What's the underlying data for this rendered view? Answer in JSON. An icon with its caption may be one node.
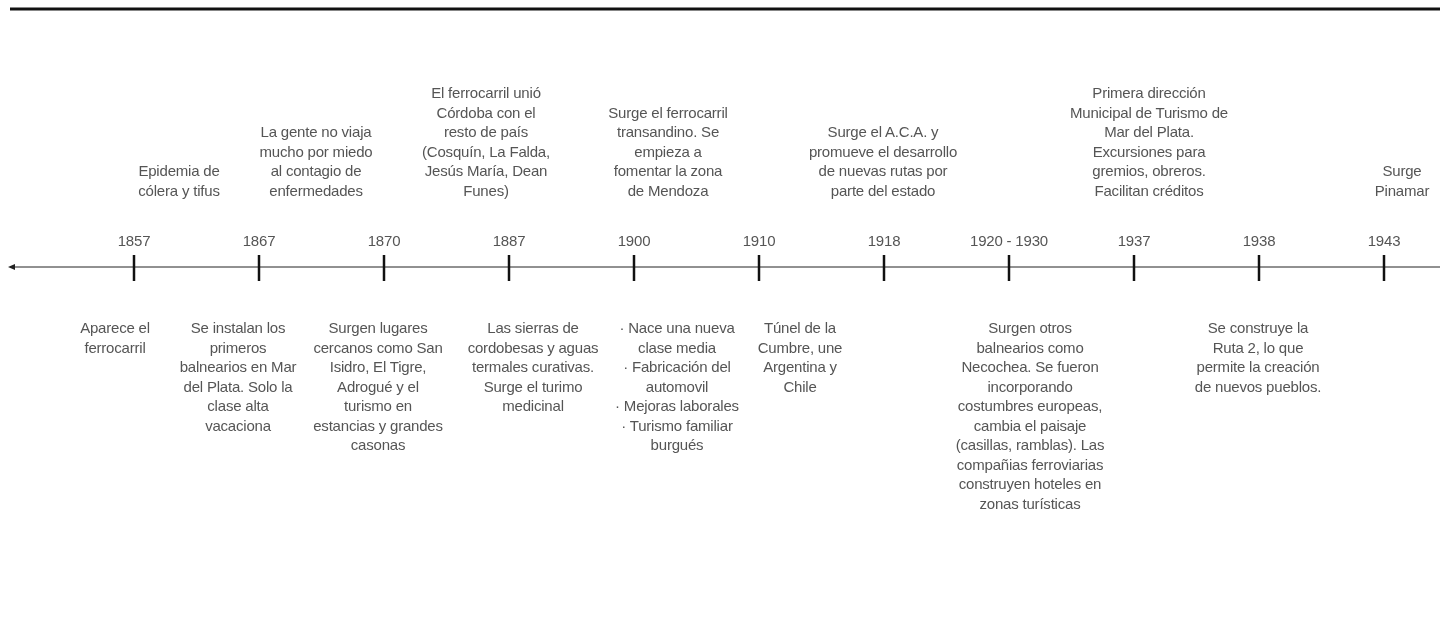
{
  "diagram": {
    "labels": [
      "Epidemia de cólera y tifus",
      "La gente no viaja mucho por miedo al contagio de enfermedades",
      "El ferrocarril unió Córdoba con el resto de país (Cosquín, La Falda, Jesús María, Dean Funes)",
      "Surge el ferrocarril transandino. Se empieza a fomentar la zona de Mendoza",
      "Surge el A.C.A. y promueve el desarrollo de nuevas rutas por parte del estado",
      "Primera dirección Municipal de Turismo de Mar del Plata. Excursiones para gremios, obreros. Facilitan créditos",
      "Surge Pinamar",
      "1857",
      "1867",
      "1870",
      "1887",
      "1900",
      "1910",
      "1918",
      "1920 - 1930",
      "1937",
      "1938",
      "1943",
      "Aparece el ferrocarril",
      "Se instalan los primeros balnearios en Mar del Plata. Solo la clase alta vacaciona",
      "Surgen lugares cercanos como San Isidro, El Tigre, Adrogué y el turismo en estancias y grandes casonas",
      "Las sierras de cordobesas y aguas termales curativas. Surge el turimo medicinal",
      "· Nace una nueva clase media",
      "· Fabricación del automovil",
      "· Mejoras laborales",
      "· Turismo familiar burgués",
      "Túnel de la Cumbre, une Argentina y Chile",
      "Surgen otros balnearios como Necochea. Se fueron incorporando costumbres europeas, cambia el paisaje (casillas, ramblas). Las compañias ferroviarias construyen hoteles en zonas turísticas",
      "Se construye la Ruta 2, lo que permite la creación de nuevos pueblos."
    ]
  }
}
